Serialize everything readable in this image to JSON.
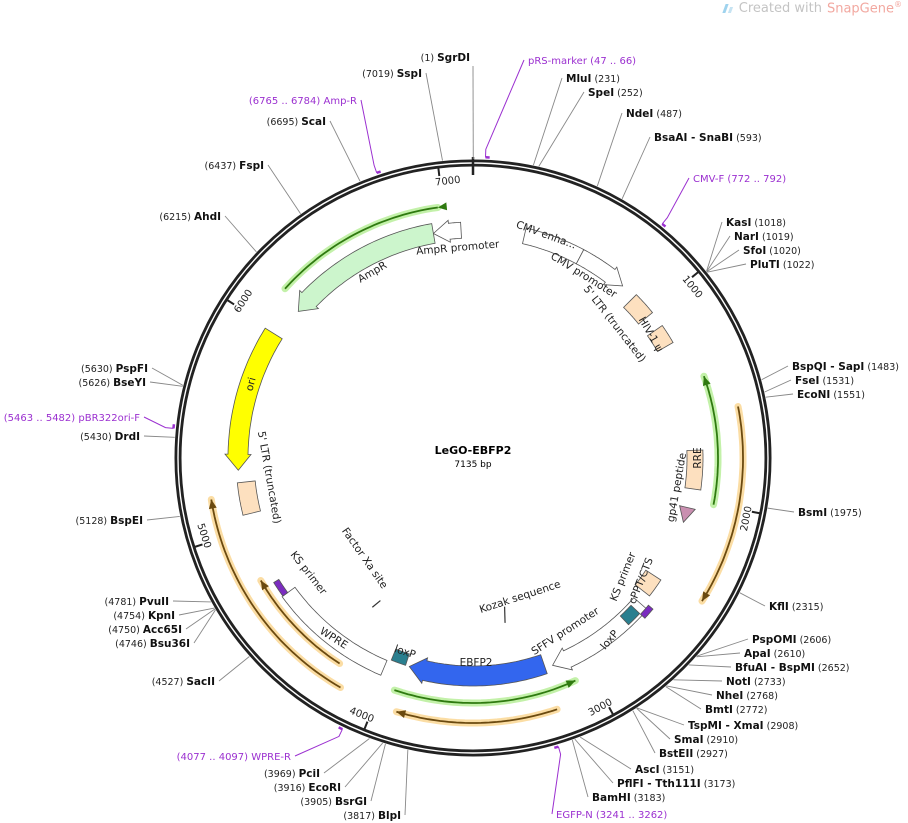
{
  "credit": {
    "prefix": "Created with",
    "brand": "SnapGene",
    "mark": "®"
  },
  "plasmid": {
    "name": "LeGO-EBFP2",
    "length_label": "7135 bp",
    "length_bp": 7135
  },
  "ticks": [
    "1000",
    "2000",
    "3000",
    "4000",
    "5000",
    "6000",
    "7000"
  ],
  "sites": [
    {
      "name": "SgrDI",
      "pos": 1
    },
    {
      "name": "SspI",
      "pos": 7019
    },
    {
      "name": "MluI",
      "pos": 231
    },
    {
      "name": "SpeI",
      "pos": 252
    },
    {
      "name": "NdeI",
      "pos": 487
    },
    {
      "name": "BsaAI  - SnaBI",
      "pos": 593
    },
    {
      "name": "KasI",
      "pos": 1018
    },
    {
      "name": "NarI",
      "pos": 1019
    },
    {
      "name": "SfoI",
      "pos": 1020
    },
    {
      "name": "PluTI",
      "pos": 1022
    },
    {
      "name": "BspQI  - SapI",
      "pos": 1483
    },
    {
      "name": "FseI",
      "pos": 1531
    },
    {
      "name": "EcoNI",
      "pos": 1551
    },
    {
      "name": "BsmI",
      "pos": 1975
    },
    {
      "name": "KflI",
      "pos": 2315
    },
    {
      "name": "PspOMI",
      "pos": 2606
    },
    {
      "name": "ApaI",
      "pos": 2610
    },
    {
      "name": "BfuAI  - BspMI",
      "pos": 2652
    },
    {
      "name": "NotI",
      "pos": 2733
    },
    {
      "name": "NheI",
      "pos": 2768
    },
    {
      "name": "BmtI",
      "pos": 2772
    },
    {
      "name": "TspMI  - XmaI",
      "pos": 2908
    },
    {
      "name": "SmaI",
      "pos": 2910
    },
    {
      "name": "BstEII",
      "pos": 2927
    },
    {
      "name": "AscI",
      "pos": 3151
    },
    {
      "name": "PflFI  - Tth111I",
      "pos": 3173
    },
    {
      "name": "BamHI",
      "pos": 3183
    },
    {
      "name": "BlpI",
      "pos": 3817
    },
    {
      "name": "BsrGI",
      "pos": 3905
    },
    {
      "name": "EcoRI",
      "pos": 3916
    },
    {
      "name": "PciI",
      "pos": 3969
    },
    {
      "name": "SacII",
      "pos": 4527
    },
    {
      "name": "Bsu36I",
      "pos": 4746
    },
    {
      "name": "Acc65I",
      "pos": 4750
    },
    {
      "name": "KpnI",
      "pos": 4754
    },
    {
      "name": "PvuII",
      "pos": 4781
    },
    {
      "name": "BspEI",
      "pos": 5128
    },
    {
      "name": "DrdI",
      "pos": 5430
    },
    {
      "name": "BseYI",
      "pos": 5626
    },
    {
      "name": "PspFI",
      "pos": 5630
    },
    {
      "name": "AhdI",
      "pos": 6215
    },
    {
      "name": "FspI",
      "pos": 6437
    },
    {
      "name": "ScaI",
      "pos": 6695
    }
  ],
  "primers": [
    {
      "name": "pRS-marker",
      "range": "(47 .. 66)",
      "start": 47
    },
    {
      "name": "CMV-F",
      "range": "(772 .. 792)",
      "start": 772
    },
    {
      "name": "Amp-R",
      "range": "(6765 .. 6784)",
      "start": 6765
    },
    {
      "name": "pBR322ori-F",
      "range": "(5463 .. 5482)",
      "start": 5463
    },
    {
      "name": "WPRE-R",
      "range": "(4077 .. 4097)",
      "start": 4077
    },
    {
      "name": "EGFP-N",
      "range": "(3241 .. 3262)",
      "start": 3241
    }
  ],
  "features": {
    "ampr_promoter": "AmpR promoter",
    "ampr": "AmpR",
    "ori": "ori",
    "ltr_left": "5' LTR (truncated)",
    "cmv_enh": "CMV enha...",
    "cmv_prom": "CMV promoter",
    "ltr_right": "5' LTR (truncated)",
    "hiv_psi": "HIV-1 ψ",
    "rre": "RRE",
    "gp41": "gp41 peptide",
    "ks_right": "KS primer",
    "cppt": "cPPT/CTS",
    "loxp_right": "loxP",
    "sffv": "SFFV promoter",
    "kozak": "Kozak sequence",
    "ebfp2": "EBFP2",
    "loxp_left": "loxP",
    "wpre": "WPRE",
    "ks_left": "KS primer",
    "factor_xa": "Factor Xa site"
  },
  "colors": {
    "primer": "#9b30d0",
    "ebfp2": "#3366ee",
    "ampr": "#ccf5cc",
    "ori": "#ffff00",
    "beige": "#fde0bf",
    "orf_glow": "#fbd99a",
    "orf_line": "#6b4a10",
    "green_glow": "#bdf0a0",
    "green_line": "#2f7a10",
    "loxp": "#2a7f8f",
    "gp41": "#c98fb0"
  }
}
